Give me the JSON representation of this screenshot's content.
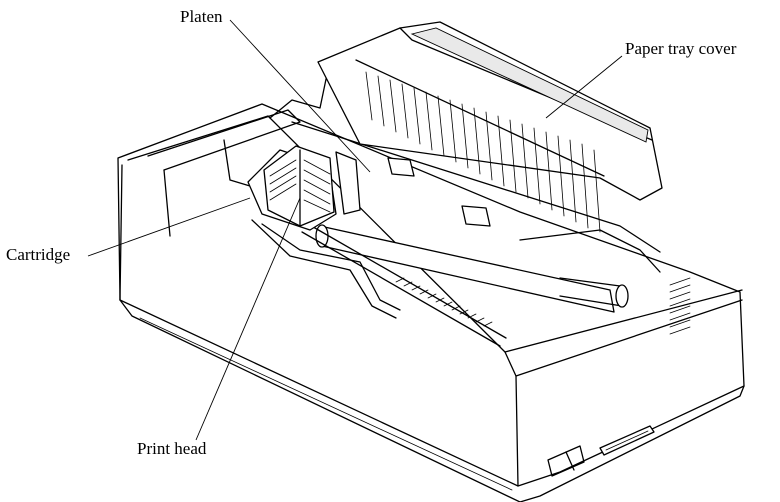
{
  "labels": {
    "platen": "Platen",
    "paper_tray_cover": "Paper tray cover",
    "cartridge": "Cartridge",
    "print_head": "Print head"
  }
}
